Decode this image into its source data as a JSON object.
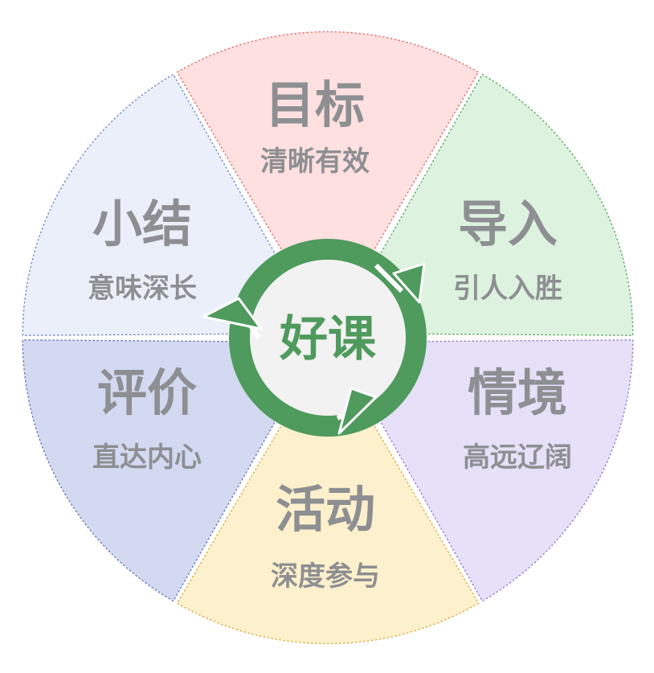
{
  "center": {
    "label": "好课",
    "ring_color": "#4f9a5d",
    "fill_color": "#f2f2f2"
  },
  "segments": [
    {
      "title": "目标",
      "subtitle": "清晰有效",
      "fill": "#fde0df",
      "stroke": "#e06a66"
    },
    {
      "title": "导入",
      "subtitle": "引人入胜",
      "fill": "#ddf2df",
      "stroke": "#5aa35e"
    },
    {
      "title": "情境",
      "subtitle": "高远辽阔",
      "fill": "#e6e0f8",
      "stroke": "#8f7ac8"
    },
    {
      "title": "活动",
      "subtitle": "深度参与",
      "fill": "#fdf0cc",
      "stroke": "#d9a93a"
    },
    {
      "title": "评价",
      "subtitle": "直达内心",
      "fill": "#d3d9f1",
      "stroke": "#5f6fb8"
    },
    {
      "title": "小结",
      "subtitle": "意味深长",
      "fill": "#eaeffa",
      "stroke": "#6f83c6"
    }
  ]
}
